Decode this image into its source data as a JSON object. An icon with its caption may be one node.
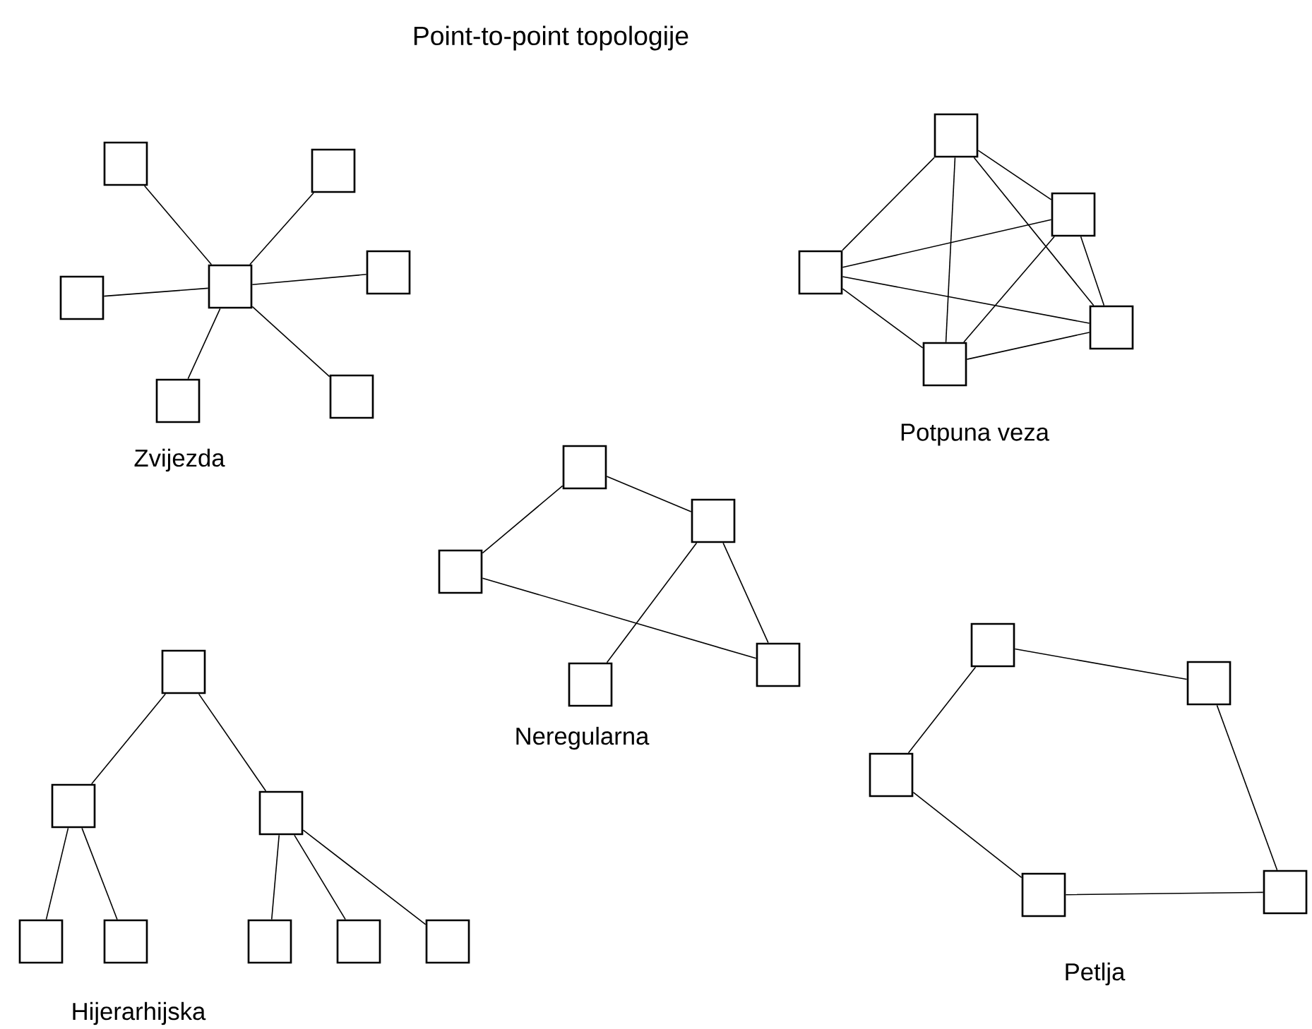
{
  "diagram": {
    "title": "Point-to-point topologije",
    "nodes": [
      {
        "text": [],
        "shape": "box"
      },
      {
        "text": [],
        "shape": "box"
      },
      {
        "text": [],
        "shape": "box"
      },
      {
        "text": [],
        "shape": "box"
      },
      {
        "text": [],
        "shape": "box"
      },
      {
        "text": [],
        "shape": "box"
      },
      {
        "text": [],
        "shape": "box"
      },
      {
        "text": [],
        "shape": "box"
      },
      {
        "text": [],
        "shape": "box"
      },
      {
        "text": [],
        "shape": "box"
      },
      {
        "text": [],
        "shape": "box"
      },
      {
        "text": [],
        "shape": "box"
      },
      {
        "text": [],
        "shape": "box"
      },
      {
        "text": [],
        "shape": "box"
      },
      {
        "text": [],
        "shape": "box"
      },
      {
        "text": [],
        "shape": "box"
      },
      {
        "text": [],
        "shape": "box"
      },
      {
        "text": [],
        "shape": "box"
      },
      {
        "text": [],
        "shape": "box"
      },
      {
        "text": [],
        "shape": "box"
      },
      {
        "text": [],
        "shape": "box"
      },
      {
        "text": [],
        "shape": "box"
      },
      {
        "text": [],
        "shape": "box"
      },
      {
        "text": [],
        "shape": "box"
      },
      {
        "text": [],
        "shape": "box"
      },
      {
        "text": [],
        "shape": "box"
      },
      {
        "text": [],
        "shape": "box"
      },
      {
        "text": [],
        "shape": "box"
      },
      {
        "text": [],
        "shape": "box"
      },
      {
        "text": [],
        "shape": "box"
      }
    ],
    "edges": [
      {
        "from": 3,
        "to": 0,
        "arrow": "none"
      },
      {
        "from": 3,
        "to": 1,
        "arrow": "none"
      },
      {
        "from": 3,
        "to": 2,
        "arrow": "none"
      },
      {
        "from": 3,
        "to": 4,
        "arrow": "none"
      },
      {
        "from": 3,
        "to": 5,
        "arrow": "none"
      },
      {
        "from": 3,
        "to": 6,
        "arrow": "none"
      },
      {
        "from": 7,
        "to": 8,
        "arrow": "none"
      },
      {
        "from": 7,
        "to": 9,
        "arrow": "none"
      },
      {
        "from": 7,
        "to": 10,
        "arrow": "none"
      },
      {
        "from": 7,
        "to": 11,
        "arrow": "none"
      },
      {
        "from": 8,
        "to": 9,
        "arrow": "none"
      },
      {
        "from": 8,
        "to": 10,
        "arrow": "none"
      },
      {
        "from": 8,
        "to": 11,
        "arrow": "none"
      },
      {
        "from": 9,
        "to": 10,
        "arrow": "none"
      },
      {
        "from": 9,
        "to": 11,
        "arrow": "none"
      },
      {
        "from": 10,
        "to": 11,
        "arrow": "none"
      },
      {
        "from": 12,
        "to": 14,
        "arrow": "none"
      },
      {
        "from": 12,
        "to": 13,
        "arrow": "none"
      },
      {
        "from": 13,
        "to": 15,
        "arrow": "none"
      },
      {
        "from": 13,
        "to": 16,
        "arrow": "none"
      },
      {
        "from": 14,
        "to": 16,
        "arrow": "none"
      },
      {
        "from": 17,
        "to": 18,
        "arrow": "none"
      },
      {
        "from": 17,
        "to": 19,
        "arrow": "none"
      },
      {
        "from": 18,
        "to": 20,
        "arrow": "none"
      },
      {
        "from": 18,
        "to": 21,
        "arrow": "none"
      },
      {
        "from": 19,
        "to": 22,
        "arrow": "none"
      },
      {
        "from": 19,
        "to": 23,
        "arrow": "none"
      },
      {
        "from": 19,
        "to": 24,
        "arrow": "none"
      },
      {
        "from": 25,
        "to": 26,
        "arrow": "none"
      },
      {
        "from": 26,
        "to": 29,
        "arrow": "none"
      },
      {
        "from": 29,
        "to": 28,
        "arrow": "none"
      },
      {
        "from": 28,
        "to": 27,
        "arrow": "none"
      },
      {
        "from": 27,
        "to": 25,
        "arrow": "none"
      }
    ],
    "labels": [
      "Zvijezda",
      "Potpuna veza",
      "Neregularna",
      "Hijerarhijska",
      "Petlja"
    ]
  }
}
